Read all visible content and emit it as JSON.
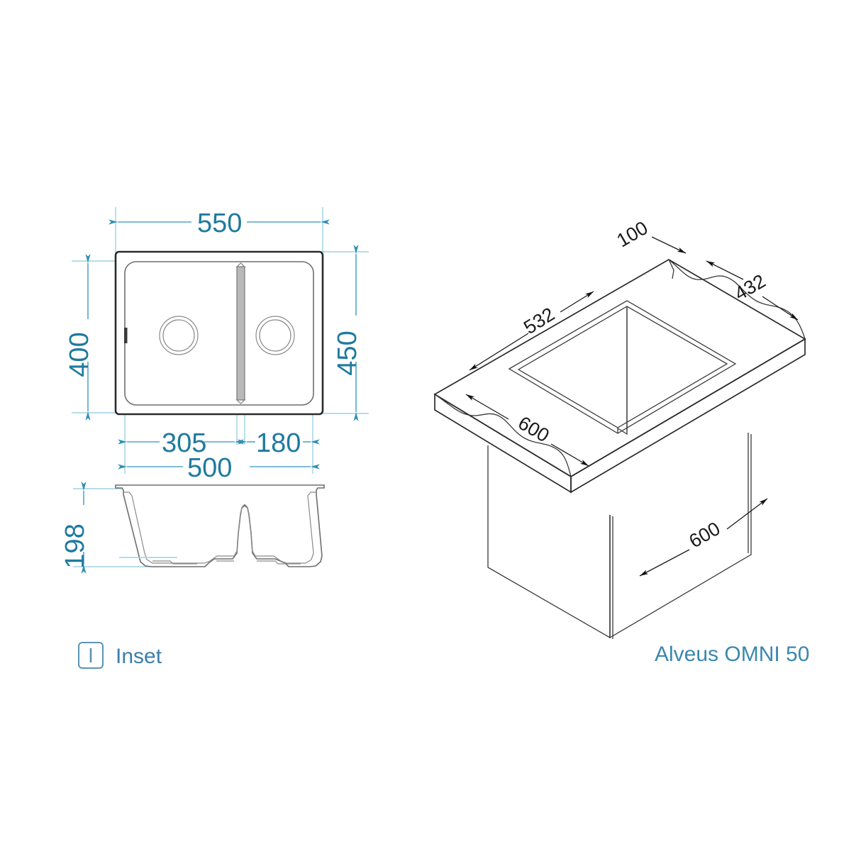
{
  "document": {
    "type": "technical-drawing",
    "product_title": "Alveus OMNI 50",
    "mounting_label": "Inset",
    "mounting_icon": "inset-icon",
    "units": "mm",
    "colors": {
      "dimension_blue": "#1f7a9e",
      "dimension_line_blue": "#55a7c7",
      "extension_line_blue": "#9ed0e2",
      "outline_black": "#2b2b2b",
      "title_blue": "#3b87ad",
      "legend_blue": "#3b7fa8",
      "background": "#ffffff"
    }
  },
  "views": {
    "top_view": {
      "name": "Top view (plan)",
      "dimensions": {
        "overall_width": "550",
        "overall_depth": "450",
        "bowl_depth": "400",
        "left_bowl_width": "305",
        "right_bowl_width": "180",
        "inner_width": "500"
      }
    },
    "section_view": {
      "name": "Cross section",
      "dimensions": {
        "bowl_height": "198"
      }
    },
    "iso_view": {
      "name": "Isometric cut-out / worktop view",
      "dimensions": {
        "edge_margin": "100",
        "cutout_depth": "432",
        "cutout_width": "532",
        "cabinet_width": "600",
        "cabinet_depth": "600"
      }
    }
  },
  "labels": {
    "d550": "550",
    "d450": "450",
    "d400": "400",
    "d305": "305",
    "d180": "180",
    "d500": "500",
    "d198": "198",
    "d100": "100",
    "d432": "432",
    "d532": "532",
    "d600a": "600",
    "d600b": "600",
    "inset": "Inset",
    "inset_glyph": "I",
    "product": "Alveus OMNI 50"
  }
}
